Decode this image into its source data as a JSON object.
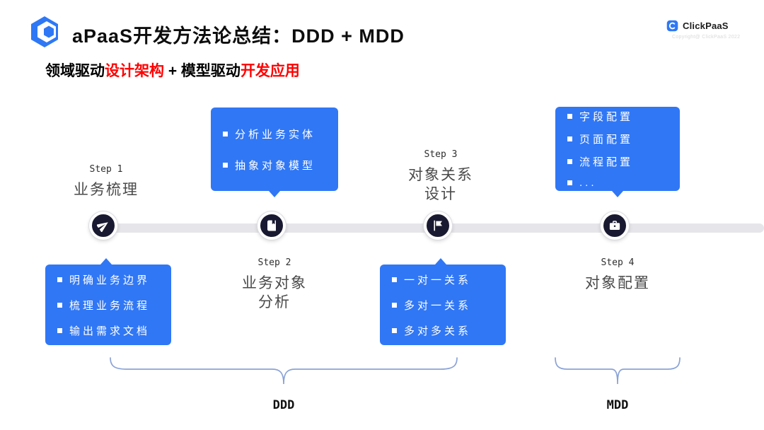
{
  "header": {
    "title": "aPaaS开发方法论总结：DDD + MDD",
    "logo": {
      "name": "ClickPaaS",
      "copyright": "Copyright@ ClickPaaS 2022"
    }
  },
  "subtitle": {
    "part1": "领域驱动",
    "red1": "设计架构",
    "part2": " + 模型驱动",
    "red2": "开发应用"
  },
  "steps": [
    {
      "label": "Step 1",
      "title_lines": [
        "业务梳理"
      ],
      "icon": "paper-plane-icon"
    },
    {
      "label": "Step 2",
      "title_lines": [
        "业务对象",
        "分析"
      ],
      "icon": "book-icon"
    },
    {
      "label": "Step 3",
      "title_lines": [
        "对象关系",
        "设计"
      ],
      "icon": "flag-icon"
    },
    {
      "label": "Step 4",
      "title_lines": [
        "对象配置"
      ],
      "icon": "briefcase-icon"
    }
  ],
  "callouts": [
    {
      "items": [
        "明确业务边界",
        "梳理业务流程",
        "输出需求文档"
      ]
    },
    {
      "items": [
        "分析业务实体",
        "抽象对象模型"
      ]
    },
    {
      "items": [
        "一对一关系",
        "多对一关系",
        "多对多关系"
      ]
    },
    {
      "items": [
        "字段配置",
        "页面配置",
        "流程配置",
        "..."
      ]
    }
  ],
  "groups": [
    {
      "label": "DDD"
    },
    {
      "label": "MDD"
    }
  ],
  "colors": {
    "accent_blue": "#3077F5",
    "node_dark": "#191931",
    "timeline_gray": "#E6E6EA",
    "red": "#FF0000",
    "brace": "#8AA2D6"
  }
}
